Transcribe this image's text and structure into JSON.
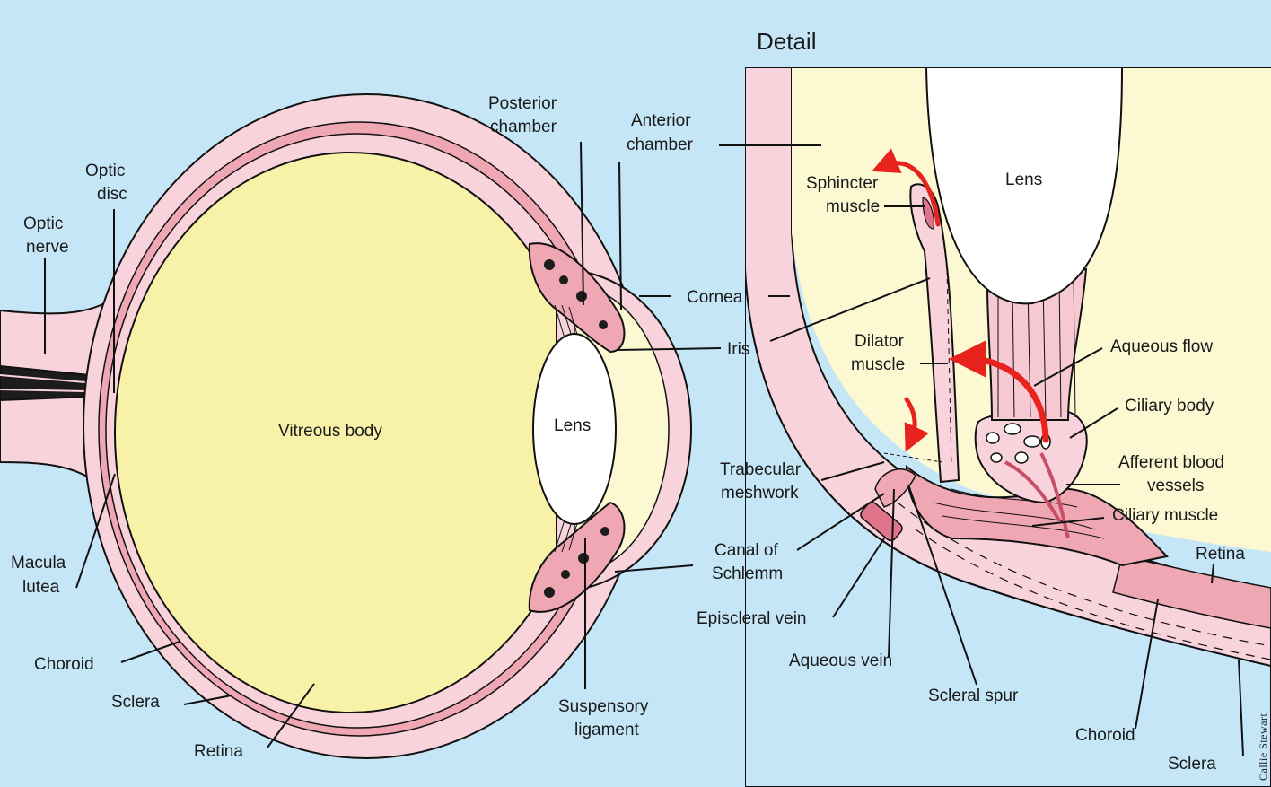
{
  "title": "Detail",
  "credit": "Callie Stewart",
  "colors": {
    "background": "#c5e6f6",
    "tissue_pink": "#f9d3dc",
    "tissue_dark_pink": "#f0a7b4",
    "vitreous_yellow": "#f8f2a8",
    "chamber_cream": "#fbf8d2",
    "lens_white": "#ffffff",
    "flow_arrow_red": "#e8231e"
  },
  "left_view": {
    "labels": {
      "optic_nerve": [
        "Optic",
        "nerve"
      ],
      "optic_disc": [
        "Optic",
        "disc"
      ],
      "macula_lutea": [
        "Macula",
        "lutea"
      ],
      "choroid": "Choroid",
      "sclera": "Sclera",
      "retina": "Retina",
      "vitreous_body": "Vitreous body",
      "lens": "Lens",
      "posterior_chamber": [
        "Posterior",
        "chamber"
      ],
      "anterior_chamber": [
        "Anterior",
        "chamber"
      ],
      "cornea": "Cornea",
      "iris": "Iris",
      "suspensory_ligament": [
        "Suspensory",
        "ligament"
      ]
    }
  },
  "detail_view": {
    "labels": {
      "lens": "Lens",
      "sphincter_muscle": [
        "Sphincter",
        "muscle"
      ],
      "dilator_muscle": [
        "Dilator",
        "muscle"
      ],
      "aqueous_flow": "Aqueous flow",
      "ciliary_body": "Ciliary body",
      "afferent_blood_vessels": [
        "Afferent blood",
        "vessels"
      ],
      "ciliary_muscle": "Ciliary muscle",
      "trabecular_meshwork": [
        "Trabecular",
        "meshwork"
      ],
      "canal_of_schlemm": [
        "Canal of",
        "Schlemm"
      ],
      "episcleral_vein": "Episcleral vein",
      "aqueous_vein": "Aqueous vein",
      "scleral_spur": "Scleral spur",
      "retina": "Retina",
      "choroid": "Choroid",
      "sclera": "Sclera"
    }
  }
}
